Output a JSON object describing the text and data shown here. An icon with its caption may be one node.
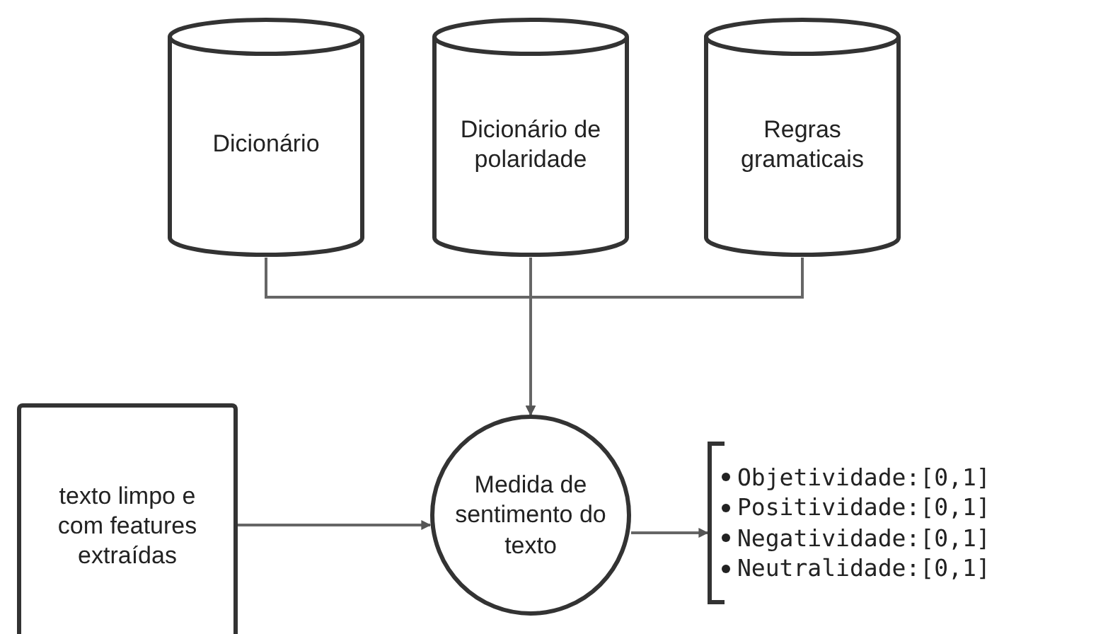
{
  "diagram": {
    "nodes": [
      {
        "text": [
          "Dicionário"
        ]
      },
      {
        "text": [
          "Dicionário de polaridade"
        ]
      },
      {
        "text": [
          "Regras gramaticais"
        ]
      },
      {
        "text": [
          "texto limpo e com features extraídas"
        ]
      },
      {
        "text": [
          "Medida de sentimento do texto"
        ]
      },
      {
        "text": [
          "Objetividade:[0,1]",
          "Positividade:[0,1]",
          "Negatividade:[0,1]",
          "Neutralidade:[0,1]"
        ]
      }
    ],
    "edges": [
      {
        "from": 0,
        "to": 4,
        "arrow": "to"
      },
      {
        "from": 1,
        "to": 4,
        "arrow": "to"
      },
      {
        "from": 2,
        "to": 4,
        "arrow": "to"
      },
      {
        "from": 3,
        "to": 4,
        "arrow": "to"
      },
      {
        "from": 4,
        "to": 5,
        "arrow": "to"
      }
    ]
  }
}
